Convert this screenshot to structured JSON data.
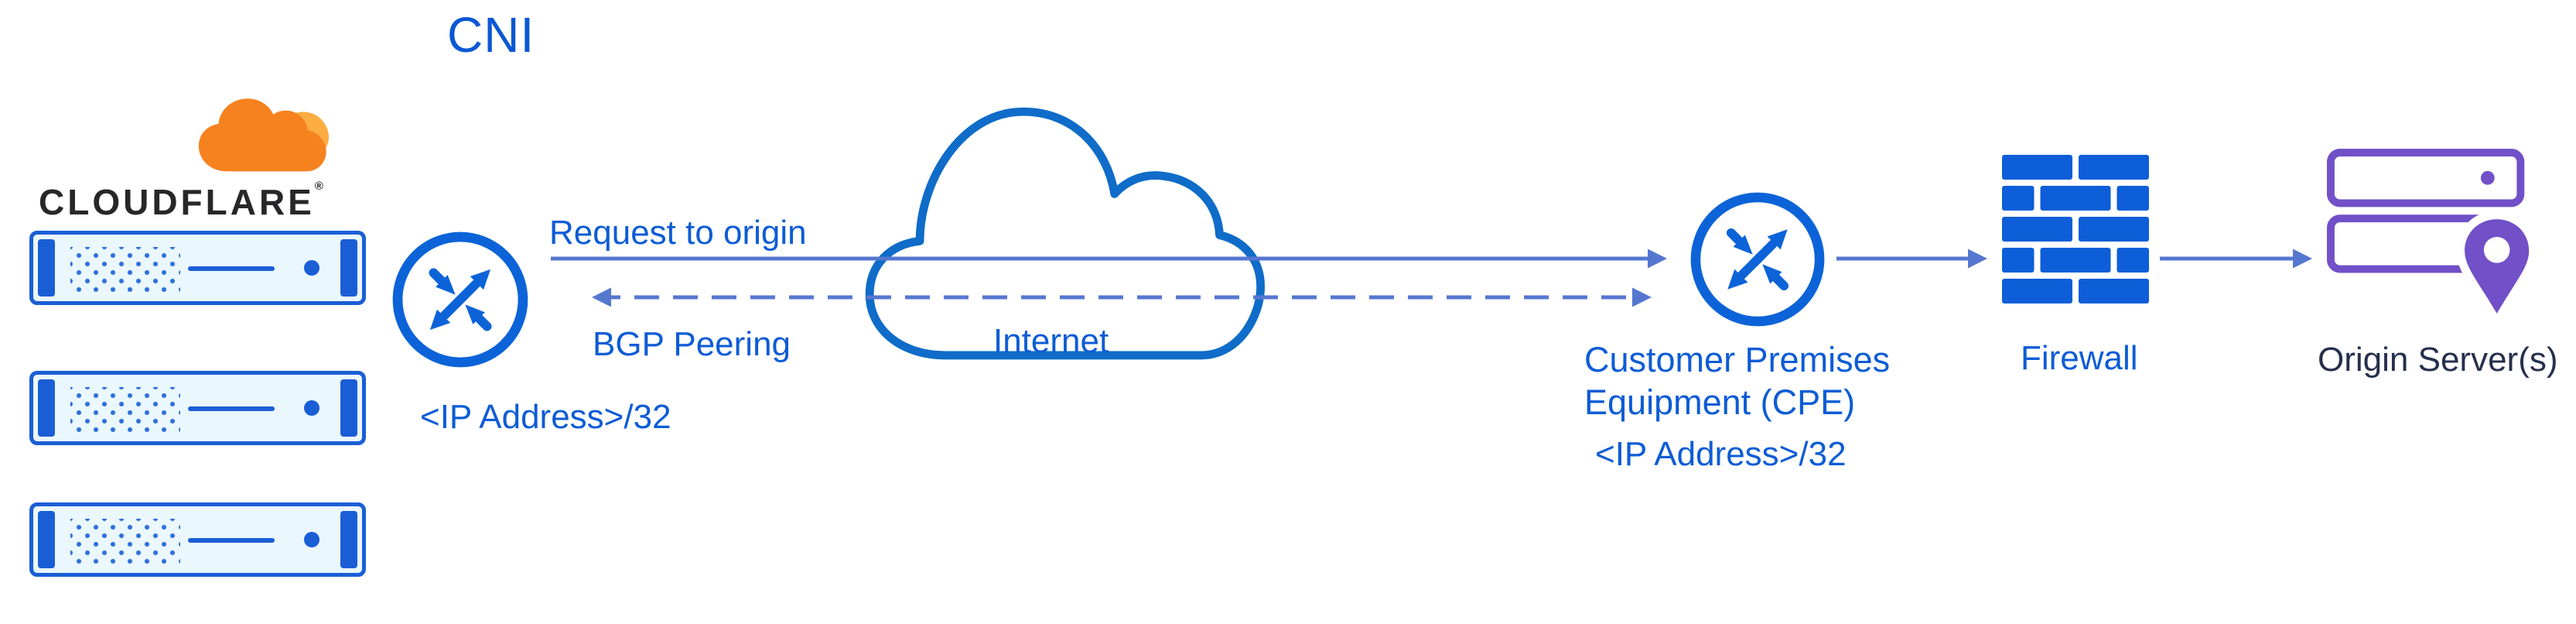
{
  "title": "CNI",
  "logo": {
    "wordmark": "CLOUDFLARE",
    "registered": "®"
  },
  "labels": {
    "request": "Request to origin",
    "bgp": "BGP Peering",
    "internet": "Internet",
    "cf_ip": "<IP Address>/32",
    "cpe_line1": "Customer Premises",
    "cpe_line2": "Equipment (CPE)",
    "cpe_ip": "<IP Address>/32",
    "firewall": "Firewall",
    "origin": "Origin Server(s)"
  },
  "icons": {
    "cloudflare_logo": "cloudflare-orange-cloud",
    "edge_servers": "server-rack-x3",
    "cloudflare_router": "router-crossed-arrows",
    "cpe_router": "router-crossed-arrows",
    "internet": "cloud-outline",
    "firewall": "brick-wall",
    "origin": "server-stack-with-location-pin"
  },
  "colors": {
    "primary_blue": "#0c63d8",
    "label_blue": "#0d5cd6",
    "arrow_blue": "#5577d0",
    "server_blue": "#1a5ed6",
    "cloud_blue": "#0f6cc8",
    "cloudflare_orange": "#f6821f",
    "cloudflare_orange_light": "#fbad41",
    "origin_purple": "#7150c8",
    "wordmark_dark": "#27272a",
    "origin_label_dark": "#26304c"
  }
}
